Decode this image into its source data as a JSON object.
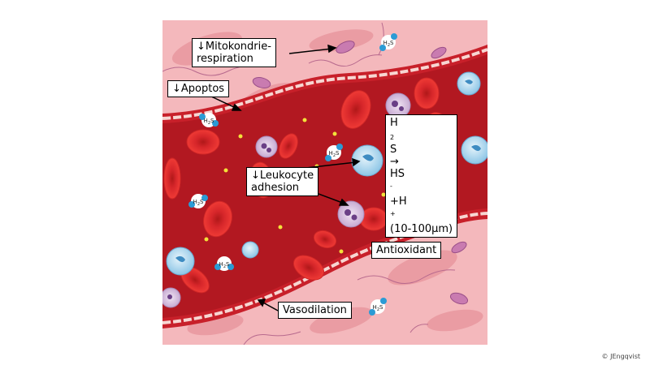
{
  "labels": {
    "mitokondrie": {
      "line1": "↓Mitokondrie-",
      "line2": "respiration"
    },
    "apoptos": "↓Apoptos",
    "reaction": {
      "h2s_h": "H",
      "h2s_sub": "2",
      "h2s_s": "S",
      "arrow": "→",
      "hs": "HS",
      "hs_sup": "-",
      "plus_h": "+H",
      "h_sup": "+",
      "range": "(10-100µm)"
    },
    "leukocyte": {
      "line1": "↓Leukocyte",
      "line2": "adhesion"
    },
    "antioxidant": "Antioxidant",
    "vasodilation": "Vasodilation"
  },
  "molecule": {
    "main": "H",
    "sub": "2",
    "tail": "S"
  },
  "credit": "© JEngqvist",
  "colors": {
    "tissue": "#f4b8bc",
    "vessel_wall": "#c8202a",
    "lumen": "#b21821",
    "rbc": "#e8312e",
    "leukocyte": "#a7d3ec",
    "granulocyte": "#d8c6e2",
    "mitochondria": "#c97bb0",
    "particle": "#f3e23a",
    "h2s_sulfur": "#ffffff",
    "h2s_hydrogen": "#2b9bd5"
  }
}
